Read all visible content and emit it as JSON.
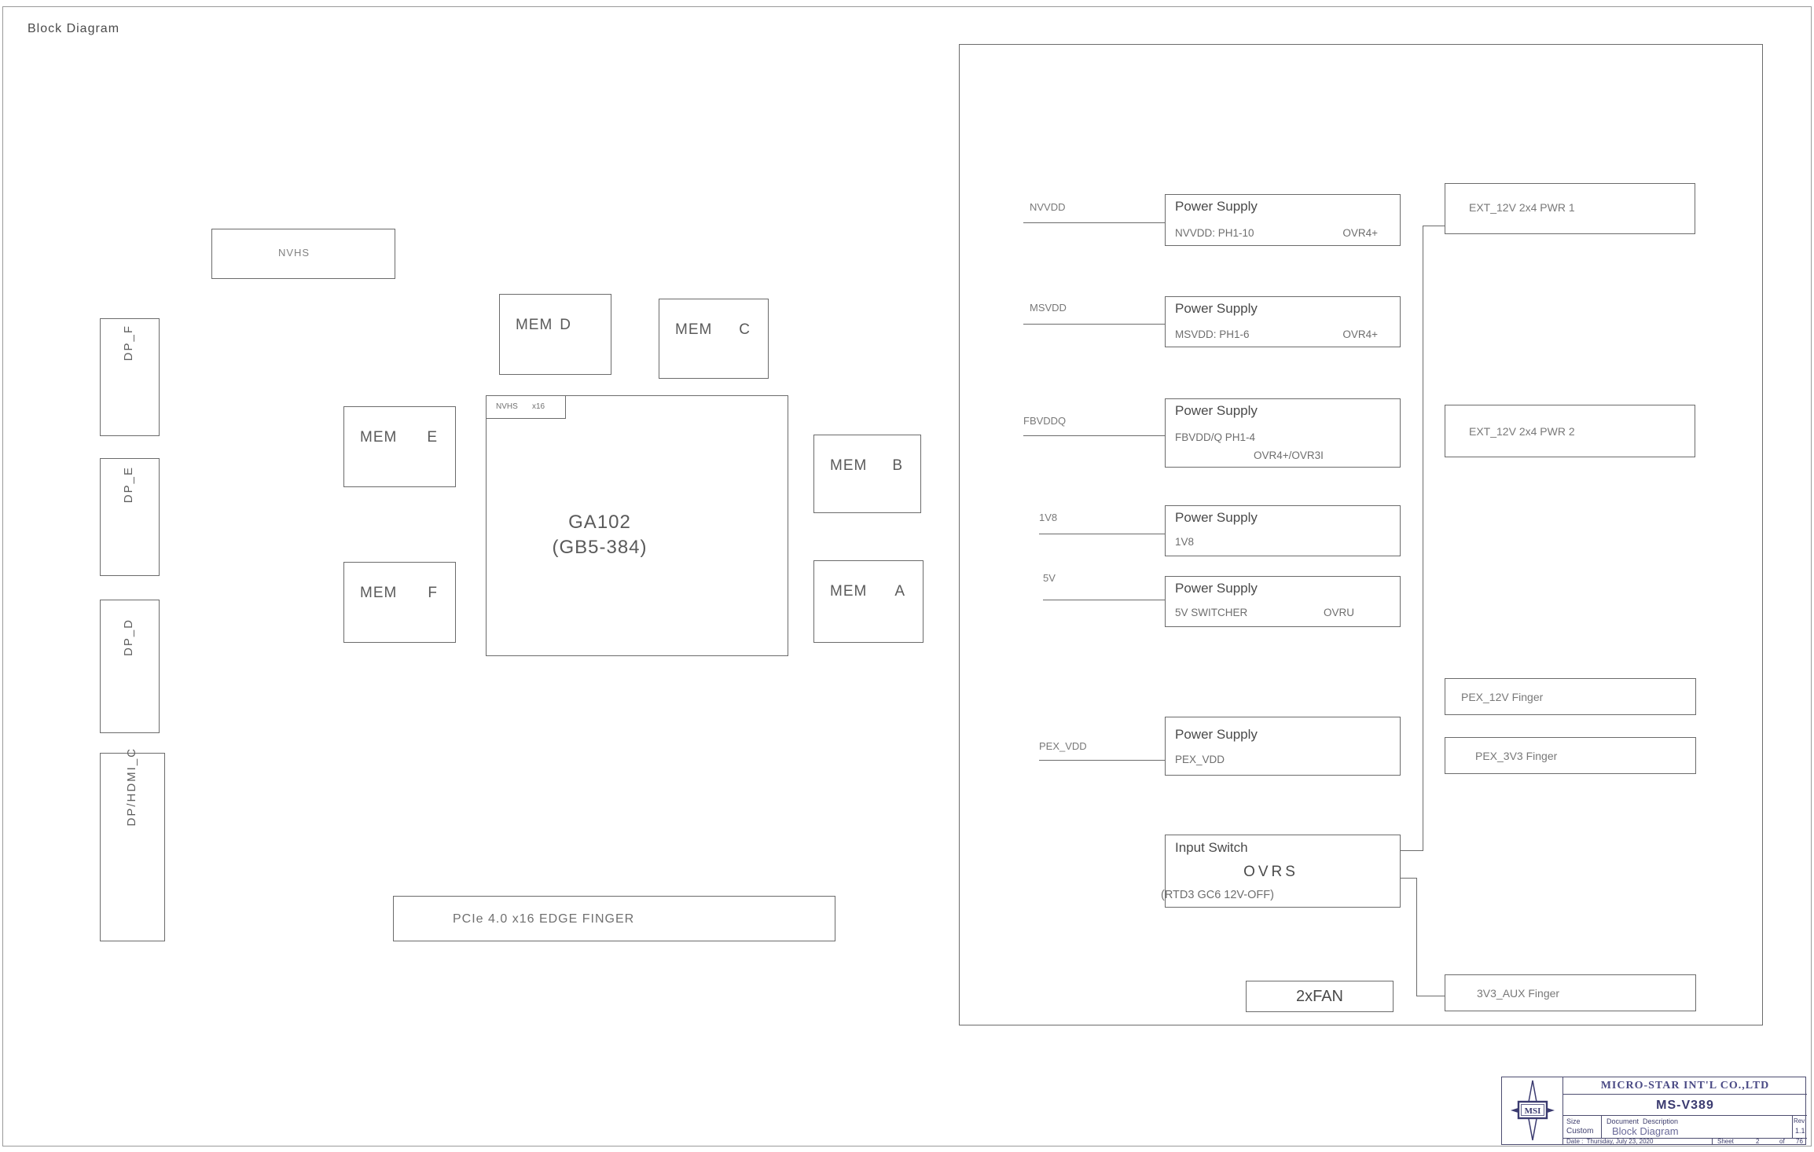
{
  "page": {
    "title": "Block Diagram"
  },
  "colors": {
    "border": "#6b6b6b",
    "text": "#707070",
    "navy": "#3b3b70"
  },
  "nvhs_box": {
    "label": "NVHS"
  },
  "dp": [
    {
      "label": "DP_F"
    },
    {
      "label": "DP_E"
    },
    {
      "label": "DP_D"
    },
    {
      "label": "DP/HDMI_C"
    }
  ],
  "mem": [
    {
      "prefix": "MEM",
      "letter": "D"
    },
    {
      "prefix": "MEM",
      "letter": "C"
    },
    {
      "prefix": "MEM",
      "letter": "E"
    },
    {
      "prefix": "MEM",
      "letter": "B"
    },
    {
      "prefix": "MEM",
      "letter": "F"
    },
    {
      "prefix": "MEM",
      "letter": "A"
    }
  ],
  "gpu": {
    "tab_bus": "NVHS",
    "tab_width": "x16",
    "name": "GA102",
    "package": "(GB5-384)"
  },
  "pcie": {
    "label": "PCIe 4.0 x16 EDGE FINGER"
  },
  "nets": [
    {
      "name": "NVVDD"
    },
    {
      "name": "MSVDD"
    },
    {
      "name": "FBVDDQ"
    },
    {
      "name": "1V8"
    },
    {
      "name": "5V"
    },
    {
      "name": "PEX_VDD"
    }
  ],
  "supplies": [
    {
      "title": "Power Supply",
      "detail": "NVVDD: PH1-10",
      "tag": "OVR4+"
    },
    {
      "title": "Power Supply",
      "detail": "MSVDD: PH1-6",
      "tag": "OVR4+"
    },
    {
      "title": "Power Supply",
      "detail": "FBVDD/Q PH1-4",
      "tag": "OVR4+/OVR3I"
    },
    {
      "title": "Power Supply",
      "detail": "1V8"
    },
    {
      "title": "Power Supply",
      "detail": "5V SWITCHER",
      "tag": "OVRU"
    },
    {
      "title": "Power Supply",
      "detail": "PEX_VDD"
    }
  ],
  "input_switch": {
    "title": "Input Switch",
    "controller": "OVRS",
    "note": "(RTD3 GC6 12V-OFF)"
  },
  "connectors": [
    {
      "label": "EXT_12V 2x4 PWR 1"
    },
    {
      "label": "EXT_12V 2x4 PWR 2"
    },
    {
      "label": "PEX_12V Finger"
    },
    {
      "label": "PEX_3V3 Finger"
    },
    {
      "label": "3V3_AUX Finger"
    }
  ],
  "fan": {
    "label": "2xFAN"
  },
  "title_block": {
    "logo_text": "MSI",
    "company": "MICRO-STAR INT'L CO.,LTD",
    "model": "MS-V389",
    "size_label": "Size",
    "size_value": "Custom",
    "doc_label": "Document  Description",
    "doc_value": "Block Diagram",
    "rev_label": "Rev",
    "rev_value": "1.1",
    "date": "Date :  Thursday, July 23, 2020",
    "sheet_label": "Sheet",
    "sheet_number": "2",
    "sheet_of": "of",
    "sheet_total": "76"
  }
}
